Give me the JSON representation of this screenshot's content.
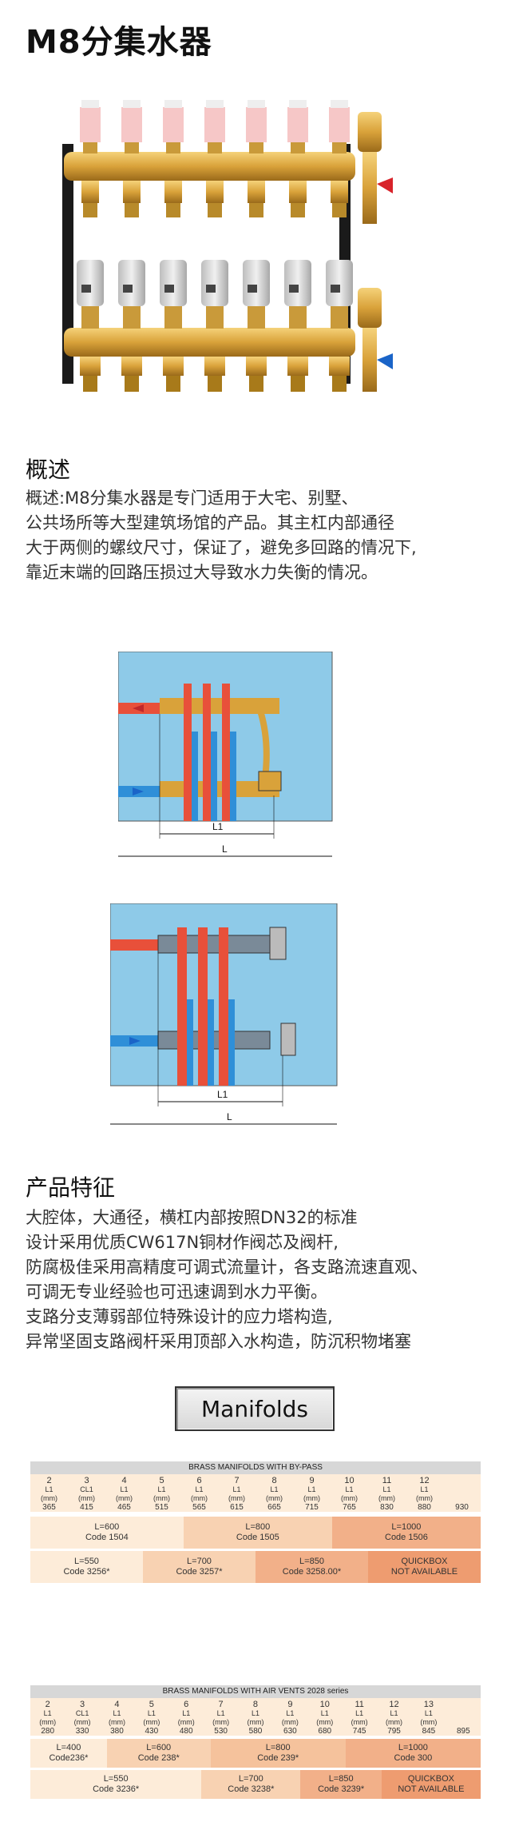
{
  "title": "M8分集水器",
  "overview": {
    "heading": "概述",
    "text": "概述:M8分集水器是专门适用于大宅、别墅、\n公共场所等大型建筑场馆的产品。其主杠内部通径\n大于两侧的螺纹尺寸，保证了，避免多回路的情况下,\n靠近末端的回路压损过大导致水力失衡的情况。"
  },
  "diagrams": {
    "l1_label": "L1",
    "l_label": "L"
  },
  "features": {
    "heading": "产品特征",
    "text": "大腔体，大通径，横杠内部按照DN32的标准\n设计采用优质CW617N铜材作阀芯及阀杆,\n防腐极佳采用高精度可调式流量计，各支路流速直观、\n可调无专业经验也可迅速调到水力平衡。\n支路分支薄弱部位特殊设计的应力塔构造,\n异常坚固支路阀杆采用顶部入水构造，防沉积物堵塞"
  },
  "manifolds_button": "Manifolds",
  "table1": {
    "caption": "BRASS MANIFOLDS WITH BY-PASS",
    "numbers": [
      "2",
      "3",
      "4",
      "5",
      "6",
      "7",
      "8",
      "9",
      "10",
      "11",
      "12"
    ],
    "labels": [
      "L1\n(mm)",
      "CL1\n(mm)",
      "L1\n(mm)",
      "L1\n(mm)",
      "L1\n(mm)",
      "L1\n(mm)",
      "L1\n(mm)",
      "L1\n(mm)",
      "L1\n(mm)",
      "L1\n(mm)",
      "L1\n(mm)"
    ],
    "values": [
      "365",
      "415",
      "465",
      "515",
      "565",
      "615",
      "665",
      "715",
      "765",
      "830",
      "880",
      "930"
    ],
    "row1": [
      {
        "text": "L=600\nCode 1504"
      },
      {
        "text": "L=800\nCode 1505"
      },
      {
        "text": "L=1000\nCode 1506"
      }
    ],
    "row2": [
      {
        "text": "L=550\nCode 3256*"
      },
      {
        "text": "L=700\nCode 3257*"
      },
      {
        "text": "L=850\nCode 3258.00*"
      },
      {
        "text": "QUICKBOX\nNOT AVAILABLE"
      }
    ]
  },
  "table2": {
    "caption": "BRASS MANIFOLDS WITH AIR VENTS 2028 series",
    "numbers": [
      "2",
      "3",
      "4",
      "5",
      "6",
      "7",
      "8",
      "9",
      "10",
      "11",
      "12",
      "13"
    ],
    "labels": [
      "L1\n(mm)",
      "CL1\n(mm)",
      "L1\n(mm)",
      "L1\n(mm)",
      "L1\n(mm)",
      "L1\n(mm)",
      "L1\n(mm)",
      "L1\n(mm)",
      "L1\n(mm)",
      "L1\n(mm)",
      "L1\n(mm)",
      "L1\n(mm)"
    ],
    "values": [
      "280",
      "330",
      "380",
      "430",
      "480",
      "530",
      "580",
      "630",
      "680",
      "745",
      "795",
      "845",
      "895"
    ],
    "row1": [
      {
        "text": "L=400\nCode236*"
      },
      {
        "text": "L=600\nCode 238*"
      },
      {
        "text": "L=800\nCode 239*"
      },
      {
        "text": "L=1000\nCode 300"
      }
    ],
    "row2": [
      {
        "text": "L=550\nCode 3236*"
      },
      {
        "text": "L=700\nCode 3238*"
      },
      {
        "text": "L=850\nCode 3239*"
      },
      {
        "text": "QUICKBOX\nNOT AVAILABLE"
      }
    ]
  },
  "colors": {
    "brass": "#d9a23a",
    "blue": "#8ecae8",
    "red": "#e8503a",
    "pipe_blue": "#2f8fd8"
  }
}
